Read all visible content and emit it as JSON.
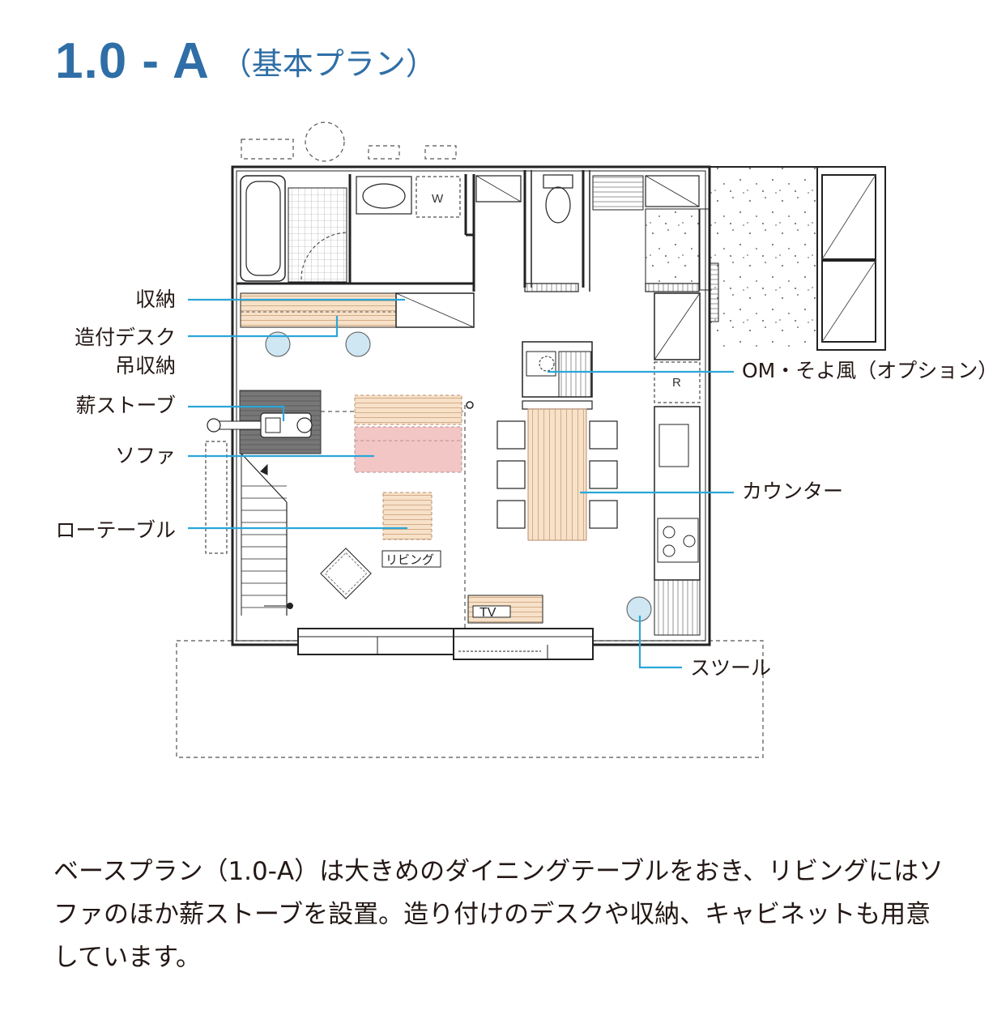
{
  "title": {
    "code": "1.0 - A",
    "subtitle": "（基本プラン）"
  },
  "labels": {
    "storage": "収納",
    "desk": "造付デスク",
    "hanging_storage": "吊収納",
    "wood_stove": "薪ストーブ",
    "sofa": "ソファ",
    "low_table": "ローテーブル",
    "om_solar": "OM・そよ風（オプション）",
    "counter": "カウンター",
    "stool": "スツール"
  },
  "room_labels": {
    "living": "リビング",
    "tv": "TV",
    "washer": "W",
    "fridge": "R"
  },
  "description": "ベースプラン（1.0-A）は大きめのダイニングテーブルをおき、リビングにはソファのほか薪ストーブを設置。造り付けのデスクや収納、キャビネットも用意しています。",
  "colors": {
    "title_blue": "#2f6ea6",
    "leader_cyan": "#2aa6d8",
    "stool_fill": "#cfe6f3",
    "wood_fill": "#f7e1c8",
    "sofa_fill": "#f3c6c6"
  }
}
